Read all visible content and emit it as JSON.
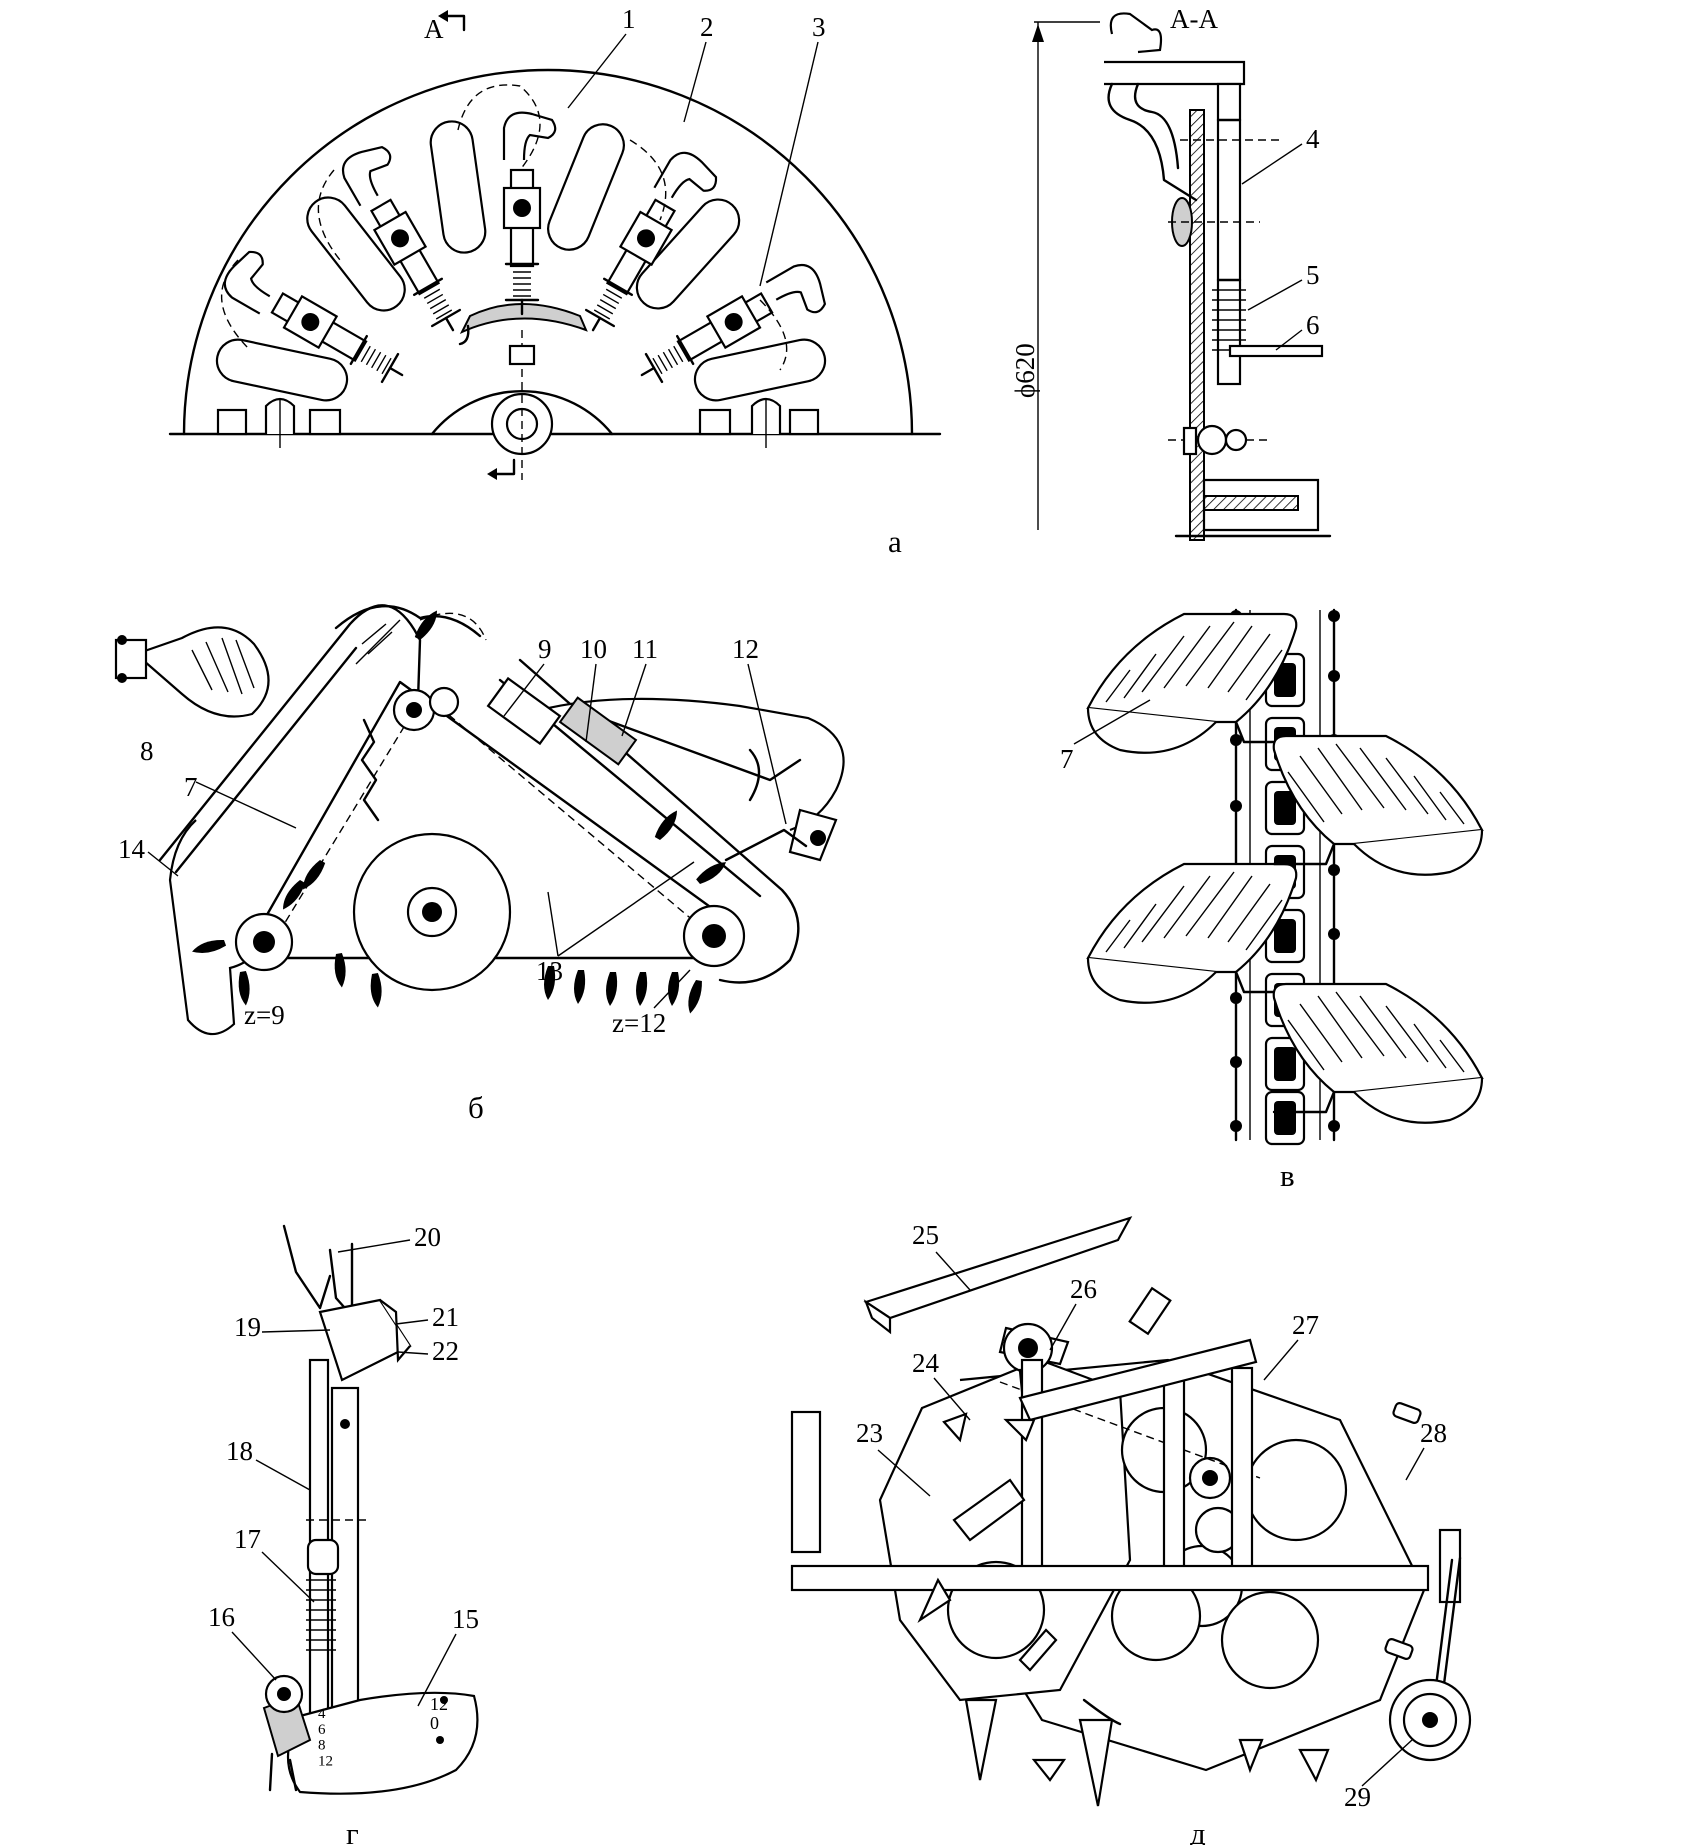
{
  "section_mark": "A",
  "section_title": "A-A",
  "diameter_label": "ϕ620",
  "captions": {
    "a": "а",
    "b": "б",
    "v": "в",
    "g": "г",
    "d": "д"
  },
  "part_numbers": {
    "p1": "1",
    "p2": "2",
    "p3": "3",
    "p4": "4",
    "p5": "5",
    "p6": "6",
    "p7": "7",
    "p7v": "7",
    "p8": "8",
    "p9": "9",
    "p10": "10",
    "p11": "11",
    "p12": "12",
    "p13": "13",
    "p14": "14",
    "p15": "15",
    "p16": "16",
    "p17": "17",
    "p18": "18",
    "p19": "19",
    "p20": "20",
    "p21": "21",
    "p22": "22",
    "p23": "23",
    "p24": "24",
    "p25": "25",
    "p26": "26",
    "p27": "27",
    "p28": "28",
    "p29": "29"
  },
  "sprocket_labels": {
    "small": "z=9",
    "large": "z=12"
  },
  "spoon_scale_marks": {
    "left": "4\n6\n8\n12",
    "right": "12\n0"
  }
}
